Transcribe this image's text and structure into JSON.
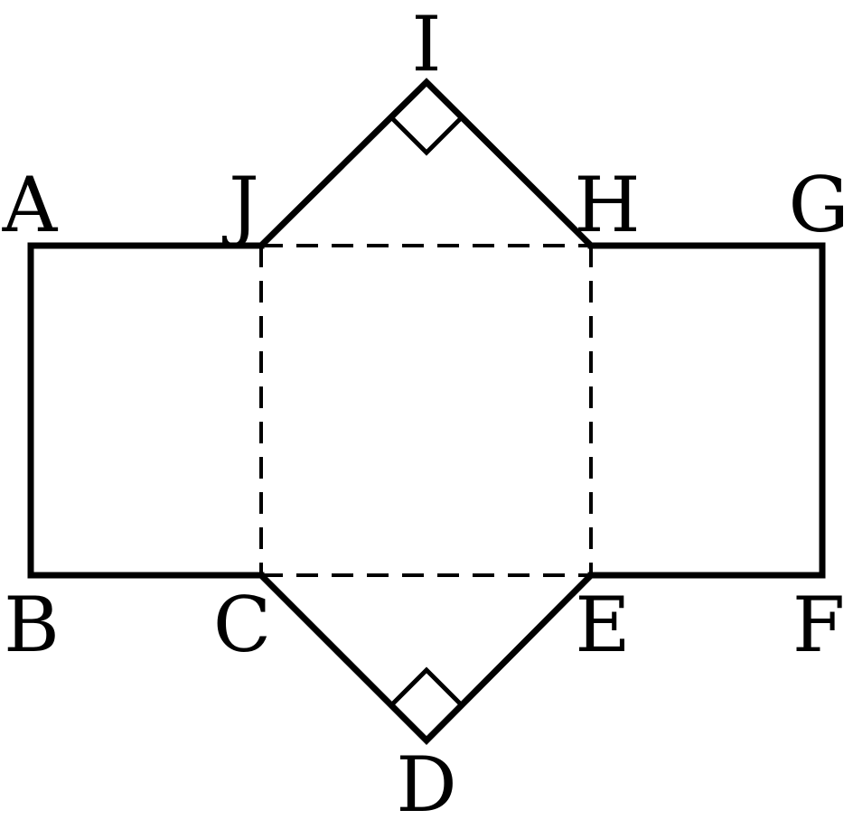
{
  "diagram": {
    "labels": {
      "A": "A",
      "B": "B",
      "C": "C",
      "D": "D",
      "E": "E",
      "F": "F",
      "G": "G",
      "H": "H",
      "I": "I",
      "J": "J"
    },
    "colors": {
      "stroke": "#000000",
      "background": "#ffffff"
    }
  }
}
